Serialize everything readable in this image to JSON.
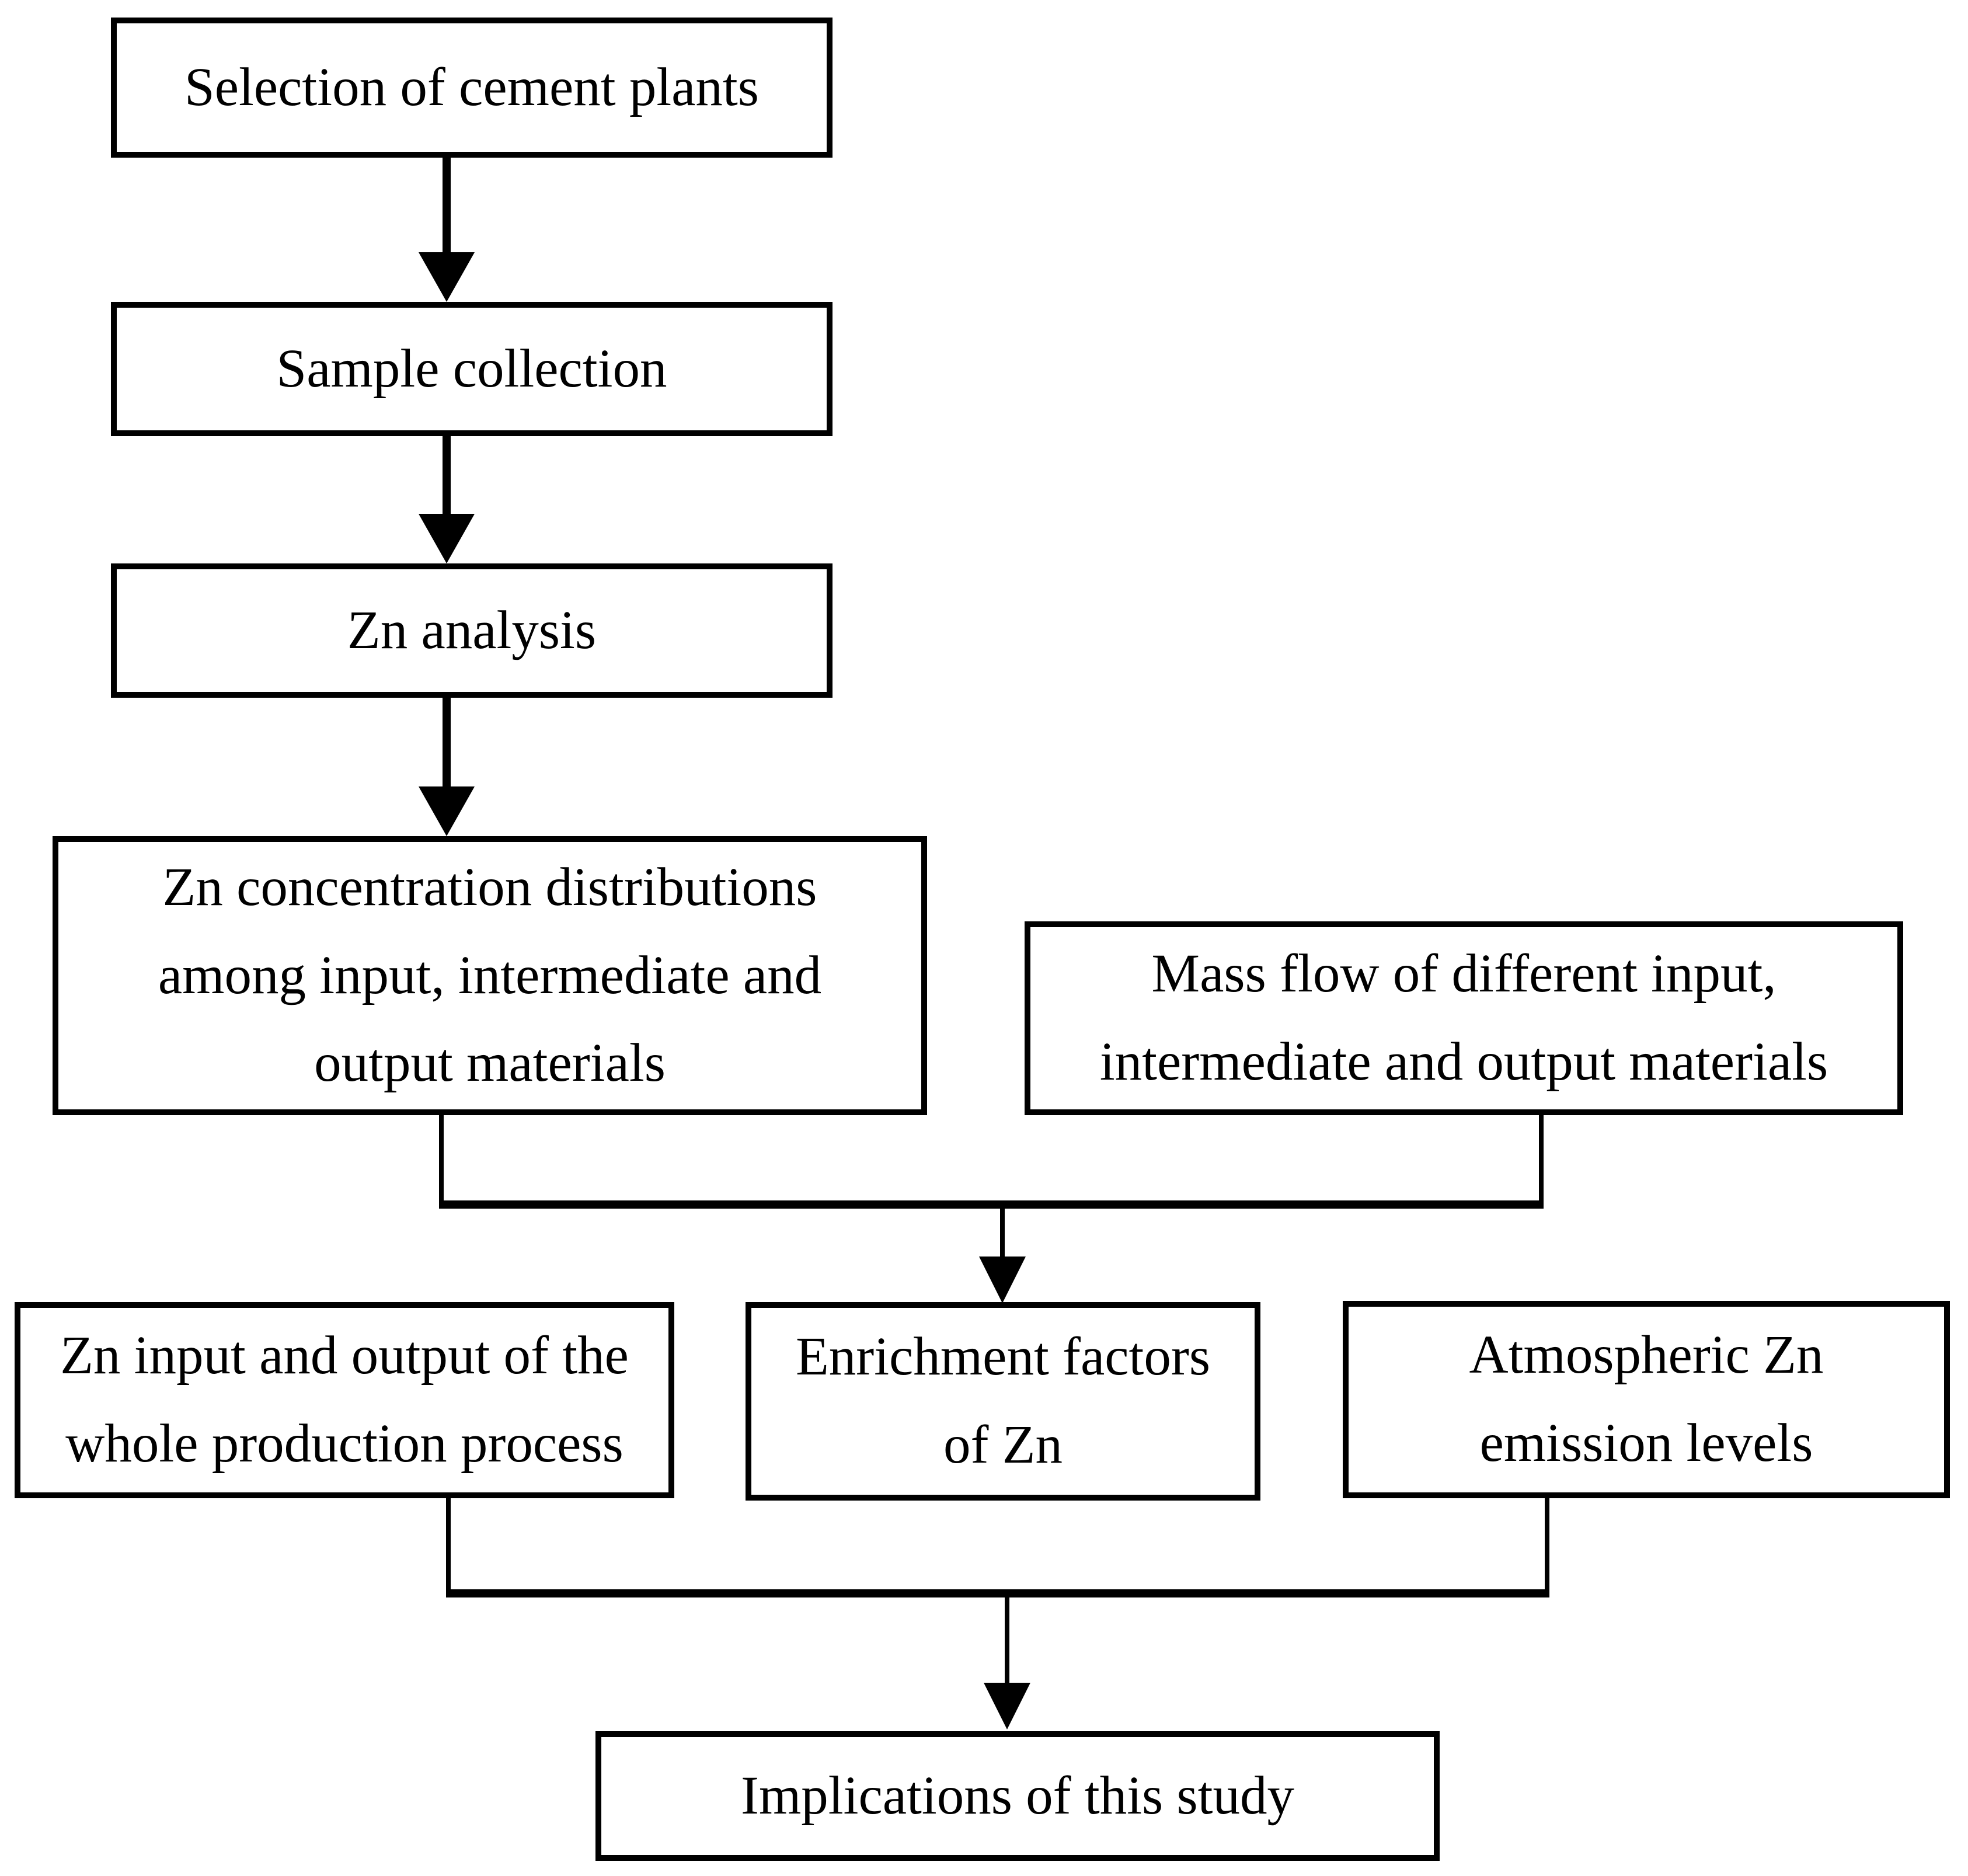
{
  "diagram": {
    "background_color": "#ffffff",
    "stroke_color": "#000000",
    "nodes": [
      {
        "id": "selection",
        "lines": [
          "Selection of cement plants"
        ]
      },
      {
        "id": "sample",
        "lines": [
          "Sample collection"
        ]
      },
      {
        "id": "zn-analysis",
        "lines": [
          "Zn analysis"
        ]
      },
      {
        "id": "zn-concentration",
        "lines": [
          "Zn concentration distributions",
          "among input, intermediate and",
          "output materials"
        ]
      },
      {
        "id": "mass-flow",
        "lines": [
          "Mass flow of different input,",
          "intermediate and output materials"
        ]
      },
      {
        "id": "zn-input-output",
        "lines": [
          "Zn input and output of the",
          "whole production process"
        ]
      },
      {
        "id": "enrichment",
        "lines": [
          "Enrichment factors",
          "of Zn"
        ]
      },
      {
        "id": "atmospheric",
        "lines": [
          "Atmospheric Zn",
          "emission levels"
        ]
      },
      {
        "id": "implications",
        "lines": [
          "Implications of this study"
        ]
      }
    ],
    "edges": [
      {
        "from": "selection",
        "to": "sample",
        "type": "arrow"
      },
      {
        "from": "sample",
        "to": "zn-analysis",
        "type": "arrow"
      },
      {
        "from": "zn-analysis",
        "to": "zn-concentration",
        "type": "arrow"
      },
      {
        "from": "zn-concentration",
        "to": "enrichment",
        "type": "merge-arrow"
      },
      {
        "from": "mass-flow",
        "to": "enrichment",
        "type": "merge-arrow"
      },
      {
        "from": "zn-input-output",
        "to": "implications",
        "type": "merge-arrow"
      },
      {
        "from": "enrichment",
        "to": "implications",
        "type": "merge-arrow"
      },
      {
        "from": "atmospheric",
        "to": "implications",
        "type": "merge-arrow"
      }
    ]
  }
}
